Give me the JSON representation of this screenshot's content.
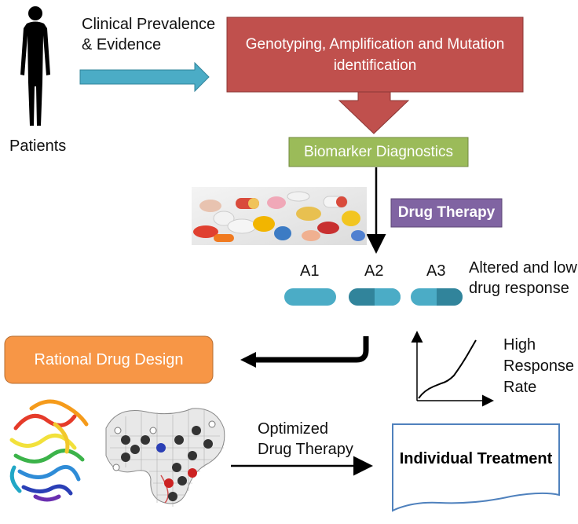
{
  "patients_label": "Patients",
  "clinical_label_line1": "Clinical Prevalence",
  "clinical_label_line2": "& Evidence",
  "genotyping_box": {
    "line1": "Genotyping, Amplification and Mutation",
    "line2": "identification",
    "color": "#c0504d"
  },
  "biomarker_box": {
    "label": "Biomarker Diagnostics",
    "color": "#9bbb59"
  },
  "drug_therapy_box": {
    "label": "Drug Therapy",
    "color": "#8064a2"
  },
  "capsules": [
    {
      "label": "A1"
    },
    {
      "label": "A2"
    },
    {
      "label": "A3"
    }
  ],
  "altered_label_line1": "Altered and low",
  "altered_label_line2": "drug response",
  "rational_box": {
    "label": "Rational Drug Design",
    "color": "#f79646"
  },
  "response_label_line1": "High",
  "response_label_line2": "Response",
  "response_label_line3": "Rate",
  "optimized_label_line1": "Optimized",
  "optimized_label_line2": "Drug Therapy",
  "individual_box": {
    "label": "Individual Treatment"
  },
  "colors": {
    "teal_arrow": "#4bacc6",
    "capsule": "#4bacc6",
    "capsule_dark": "#31849b"
  }
}
